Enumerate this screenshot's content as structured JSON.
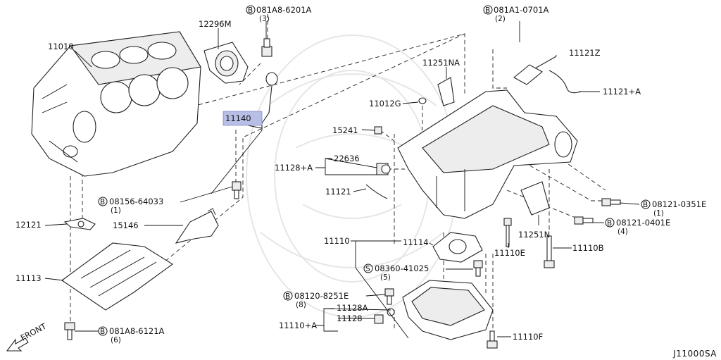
{
  "drawing_code": "J11000SA",
  "front_label": "FRONT",
  "highlight_color": "#b8bfe6",
  "highlighted_part": "11140",
  "labels": {
    "p11010": "11010",
    "p12296m": "12296M",
    "b081a8_6201a": "081A8-6201A",
    "b081a8_6201a_qty": "(3)",
    "p11140": "11140",
    "b08156_64033": "08156-64033",
    "b08156_64033_qty": "(1)",
    "p12121": "12121",
    "p15146": "15146",
    "p11113": "11113",
    "b081a8_6121a": "081A8-6121A",
    "b081a8_6121a_qty": "(6)",
    "b081a1_0701a": "081A1-0701A",
    "b081a1_0701a_qty": "(2)",
    "p11121z": "11121Z",
    "p11251na": "11251NA",
    "p11121a": "11121+A",
    "p11012g": "11012G",
    "p15241": "15241",
    "p22636": "22636",
    "p11128a_top": "11128+A",
    "p11121": "11121",
    "b08121_0351e": "08121-0351E",
    "b08121_0351e_qty": "(1)",
    "b08121_0401e": "08121-0401E",
    "b08121_0401e_qty": "(4)",
    "p11251n": "11251N",
    "p11110": "11110",
    "p11114": "11114",
    "p11110e": "11110E",
    "p11110b": "11110B",
    "s08360_41025": "08360-41025",
    "s08360_41025_qty": "(5)",
    "b08120_8251e": "08120-8251E",
    "b08120_8251e_qty": "(8)",
    "p11128a_low": "11128A",
    "p11128": "11128",
    "p11110a": "11110+A",
    "p11110f": "11110F"
  },
  "circle_letters": {
    "b": "B",
    "s": "S"
  }
}
